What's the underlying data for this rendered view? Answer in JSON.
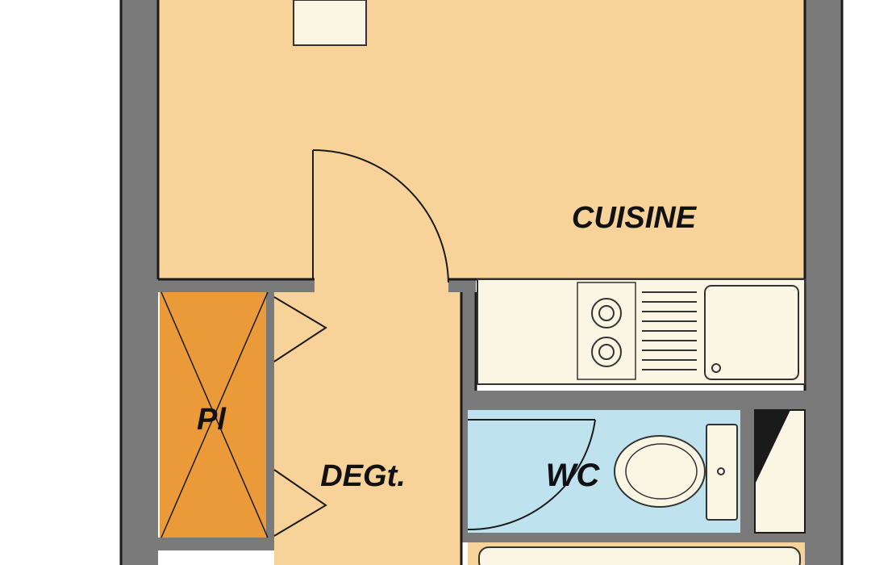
{
  "plan": {
    "rooms": {
      "kitchen": "CUISINE",
      "hallway": "DEGt.",
      "wc": "WC",
      "cupboard": "Pl"
    },
    "colors": {
      "background": "#ffffff",
      "floor": "#f8d399",
      "cupboard": "#eb9a3a",
      "wc": "#bfe3ee",
      "wall": "#7a7a7a",
      "wall_outline": "#1a1a1a",
      "fixture": "#fbf5e3",
      "fixture_outline": "#333333"
    }
  }
}
